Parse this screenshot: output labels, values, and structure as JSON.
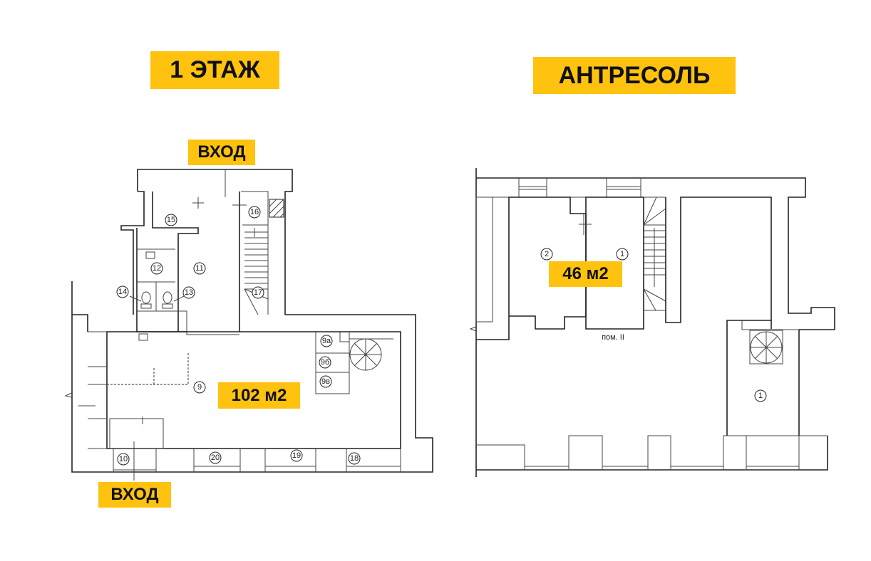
{
  "titles": {
    "floor1": "1 ЭТАЖ",
    "mezzanine": "АНТРЕСОЛЬ"
  },
  "floor1": {
    "entrance_top": "ВХОД",
    "entrance_bottom": "ВХОД",
    "area": "102 м2",
    "rooms": [
      "15",
      "16",
      "11",
      "12",
      "14",
      "13",
      "17",
      "9а",
      "9б",
      "9в",
      "9",
      "10",
      "20",
      "19",
      "18"
    ]
  },
  "mezzanine": {
    "area": "46 м2",
    "premises_label": "пом. II",
    "rooms": [
      "2",
      "1",
      "1"
    ]
  },
  "colors": {
    "highlight": "#ffc20e",
    "line": "#222222"
  }
}
